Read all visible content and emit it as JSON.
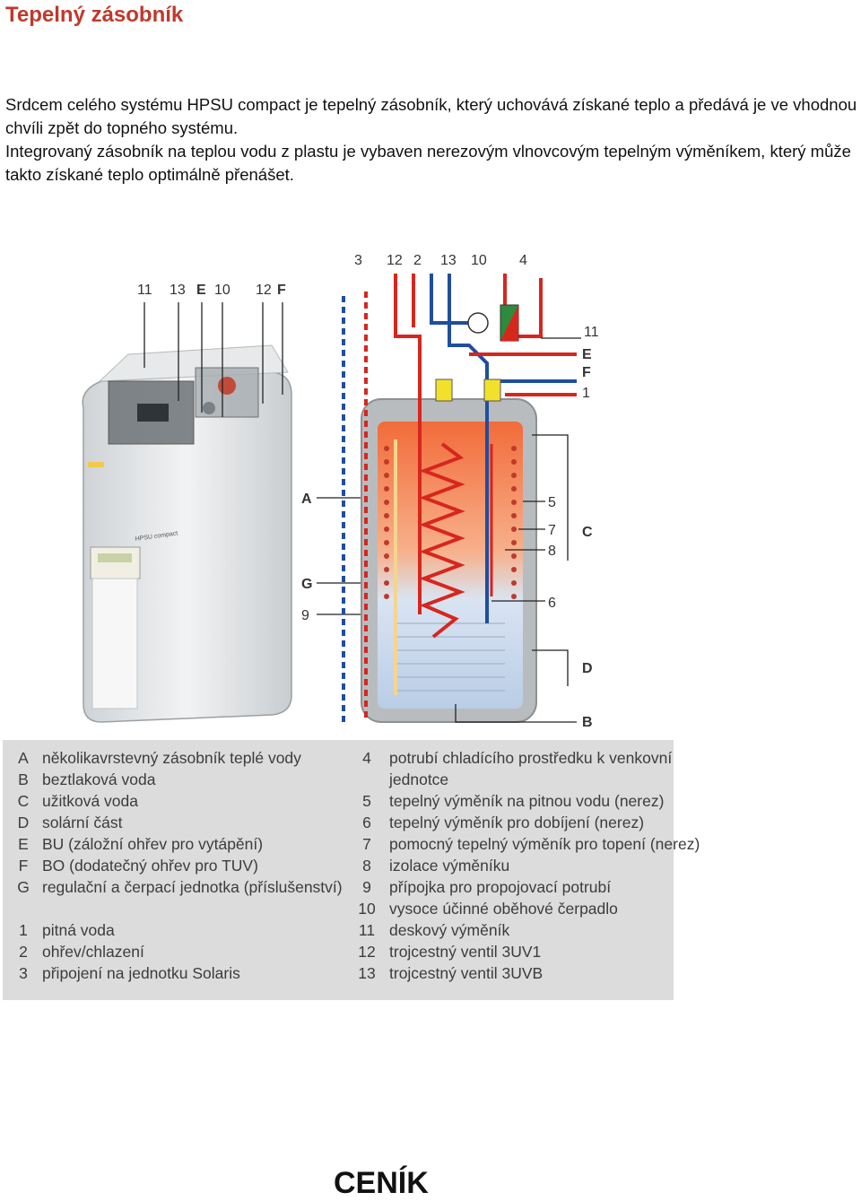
{
  "header": {
    "title": "Tepelný zásobník"
  },
  "intro": {
    "paragraphs": [
      "Srdcem celého systému HPSU compact je tepelný zásobník, který uchovává získané teplo a předává je ve vhodnou chvíli zpět do topného systému.",
      "Integrovaný zásobník na teplou vodu z plastu je vybaven nerezovým vlnovcovým tepelným výměníkem, který může takto získané teplo optimálně přenášet."
    ]
  },
  "figure": {
    "product_label": "HPSU compact",
    "callouts_left": [
      "11",
      "13",
      "E",
      "10",
      "12",
      "F",
      "A",
      "G",
      "9"
    ],
    "callouts_top": [
      "3",
      "12",
      "2",
      "13",
      "10",
      "4"
    ],
    "callouts_right": [
      "11",
      "E",
      "F",
      "1",
      "5",
      "7",
      "8",
      "C",
      "6",
      "D",
      "B"
    ],
    "legend_left": [
      {
        "key": "A",
        "text": "několikavrstevný zásobník teplé vody"
      },
      {
        "key": "B",
        "text": "beztlaková voda"
      },
      {
        "key": "C",
        "text": "užitková voda"
      },
      {
        "key": "D",
        "text": "solární část"
      },
      {
        "key": "E",
        "text": "BU (záložní ohřev pro vytápění)"
      },
      {
        "key": "F",
        "text": "BO (dodatečný ohřev pro TUV)"
      },
      {
        "key": "G",
        "text": "regulační a čerpací jednotka (příslušenství)"
      },
      {
        "key": "1",
        "text": "pitná voda"
      },
      {
        "key": "2",
        "text": "ohřev/chlazení"
      },
      {
        "key": "3",
        "text": "připojení na jednotku Solaris"
      }
    ],
    "legend_right": [
      {
        "key": "4",
        "text": "potrubí chladícího prostředku k venkovní"
      },
      {
        "key": "",
        "text": "jednotce"
      },
      {
        "key": "5",
        "text": "tepelný výměník na pitnou vodu (nerez)"
      },
      {
        "key": "6",
        "text": "tepelný výměník pro dobíjení (nerez)"
      },
      {
        "key": "7",
        "text": "pomocný tepelný výměník pro topení (nerez)"
      },
      {
        "key": "8",
        "text": "izolace výměníku"
      },
      {
        "key": "9",
        "text": "přípojka pro propojovací potrubí"
      },
      {
        "key": "10",
        "text": "vysoce účinné oběhové čerpadlo"
      },
      {
        "key": "11",
        "text": "deskový výměník"
      },
      {
        "key": "12",
        "text": "trojcestný ventil 3UV1"
      },
      {
        "key": "13",
        "text": "trojcestný ventil 3UVB"
      }
    ]
  },
  "price_section": {
    "heading": "CENÍK"
  },
  "colors": {
    "title": "#c0392b",
    "hot": "#d7261e",
    "cold": "#1f4e9e",
    "legend_bg": "#dcdcdc"
  }
}
